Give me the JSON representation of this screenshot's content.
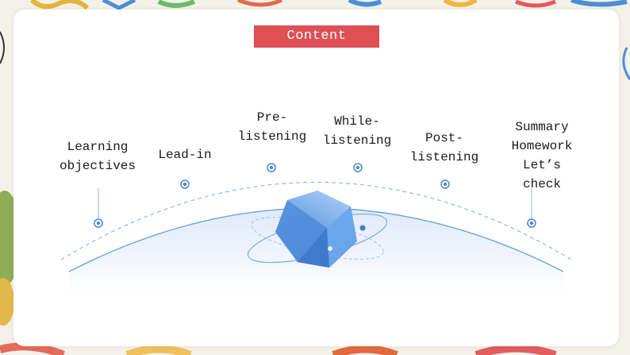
{
  "header": {
    "title": "Content"
  },
  "steps": [
    {
      "label": "Learning\nobjectives"
    },
    {
      "label": "Lead-in"
    },
    {
      "label": "Pre-\nlistening"
    },
    {
      "label": "While-\nlistening"
    },
    {
      "label": "Post-\nlistening"
    },
    {
      "label": "Summary\nHomework\nLet’s check"
    }
  ],
  "colors": {
    "banner": "#de5056",
    "arc": "#8fb8e6",
    "node": "#4a86d4",
    "gem": "#6aa6ea"
  },
  "icons": {
    "center": "crystal-icosahedron-icon"
  }
}
